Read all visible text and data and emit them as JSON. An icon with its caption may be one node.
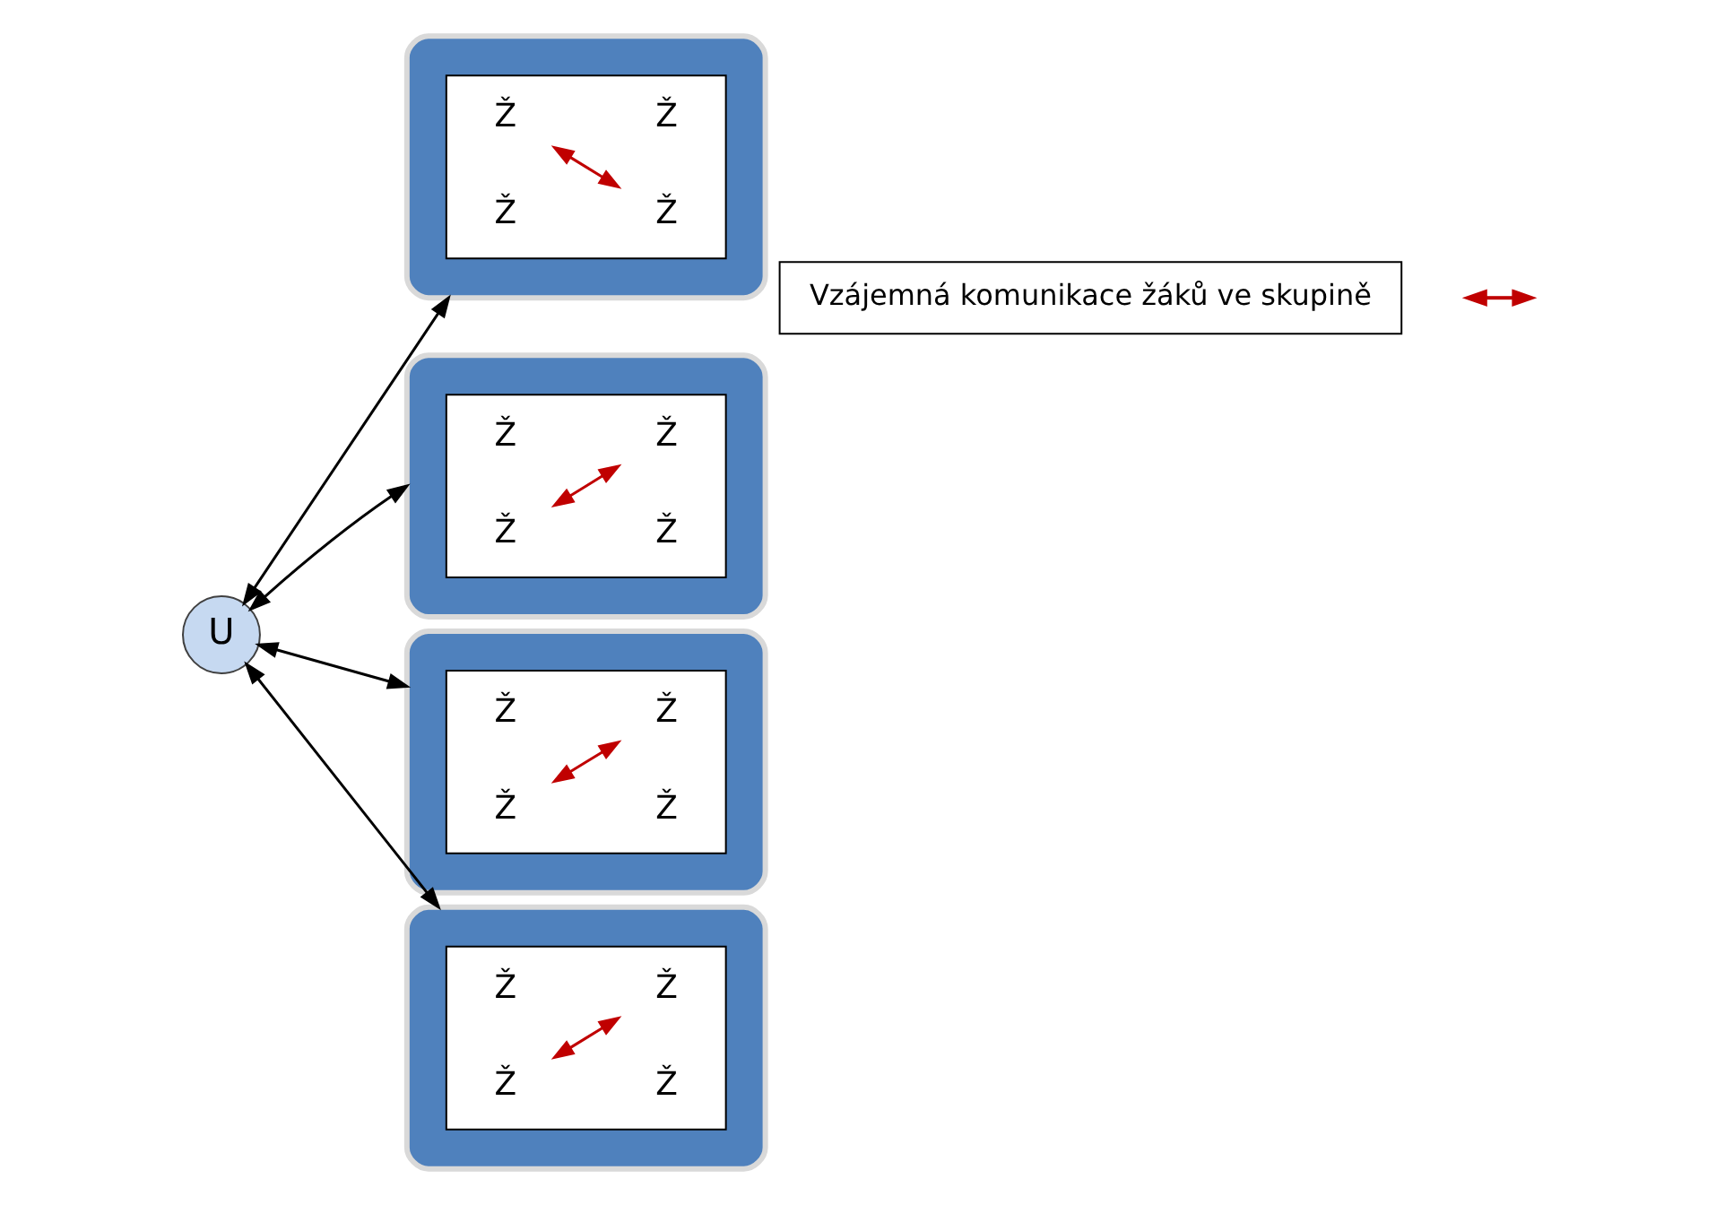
{
  "diagram": {
    "nodes": [
      {
        "text": [
          "U"
        ]
      },
      {
        "text": [],
        "shape": "ellipse"
      },
      {
        "text": [],
        "shape": "box",
        "in": 1
      },
      {
        "text": [
          "Ž"
        ],
        "in": 2
      },
      {
        "text": [
          "Ž"
        ],
        "in": 2
      },
      {
        "text": [
          "Ž"
        ],
        "in": 2
      },
      {
        "text": [
          "Ž"
        ],
        "in": 2
      },
      {
        "text": [],
        "shape": "ellipse"
      },
      {
        "text": [],
        "shape": "box",
        "in": 7
      },
      {
        "text": [
          "Ž"
        ],
        "in": 8
      },
      {
        "text": [
          "Ž"
        ],
        "in": 8
      },
      {
        "text": [
          "Ž"
        ],
        "in": 8
      },
      {
        "text": [
          "Ž"
        ],
        "in": 8
      },
      {
        "text": [],
        "shape": "ellipse"
      },
      {
        "text": [],
        "shape": "box",
        "in": 13
      },
      {
        "text": [
          "Ž"
        ],
        "in": 14
      },
      {
        "text": [
          "Ž"
        ],
        "in": 14
      },
      {
        "text": [
          "Ž"
        ],
        "in": 14
      },
      {
        "text": [
          "Ž"
        ],
        "in": 14
      },
      {
        "text": [],
        "shape": "ellipse"
      },
      {
        "text": [],
        "shape": "box",
        "in": 19
      },
      {
        "text": [
          "Ž"
        ],
        "in": 20
      },
      {
        "text": [
          "Ž"
        ],
        "in": 20
      },
      {
        "text": [
          "Ž"
        ],
        "in": 20
      },
      {
        "text": [
          "Ž"
        ],
        "in": 20
      }
    ],
    "edges": [
      {
        "from": 0,
        "to": 1,
        "arrow": "both"
      },
      {
        "from": 0,
        "to": 7,
        "arrow": "both"
      },
      {
        "from": 0,
        "to": 13,
        "arrow": "both"
      },
      {
        "from": 0,
        "to": 19,
        "arrow": "both"
      },
      {
        "from": 4,
        "to": 5,
        "arrow": "both",
        "color": "#c00000"
      },
      {
        "from": 10,
        "to": 11,
        "arrow": "both",
        "color": "#c00000"
      },
      {
        "from": 16,
        "to": 17,
        "arrow": "both",
        "color": "#c00000"
      },
      {
        "from": 22,
        "to": 23,
        "arrow": "both",
        "color": "#c00000"
      }
    ],
    "legend": [
      {
        "text": "Vzájemná komunikace žáků ve skupině"
      }
    ]
  }
}
